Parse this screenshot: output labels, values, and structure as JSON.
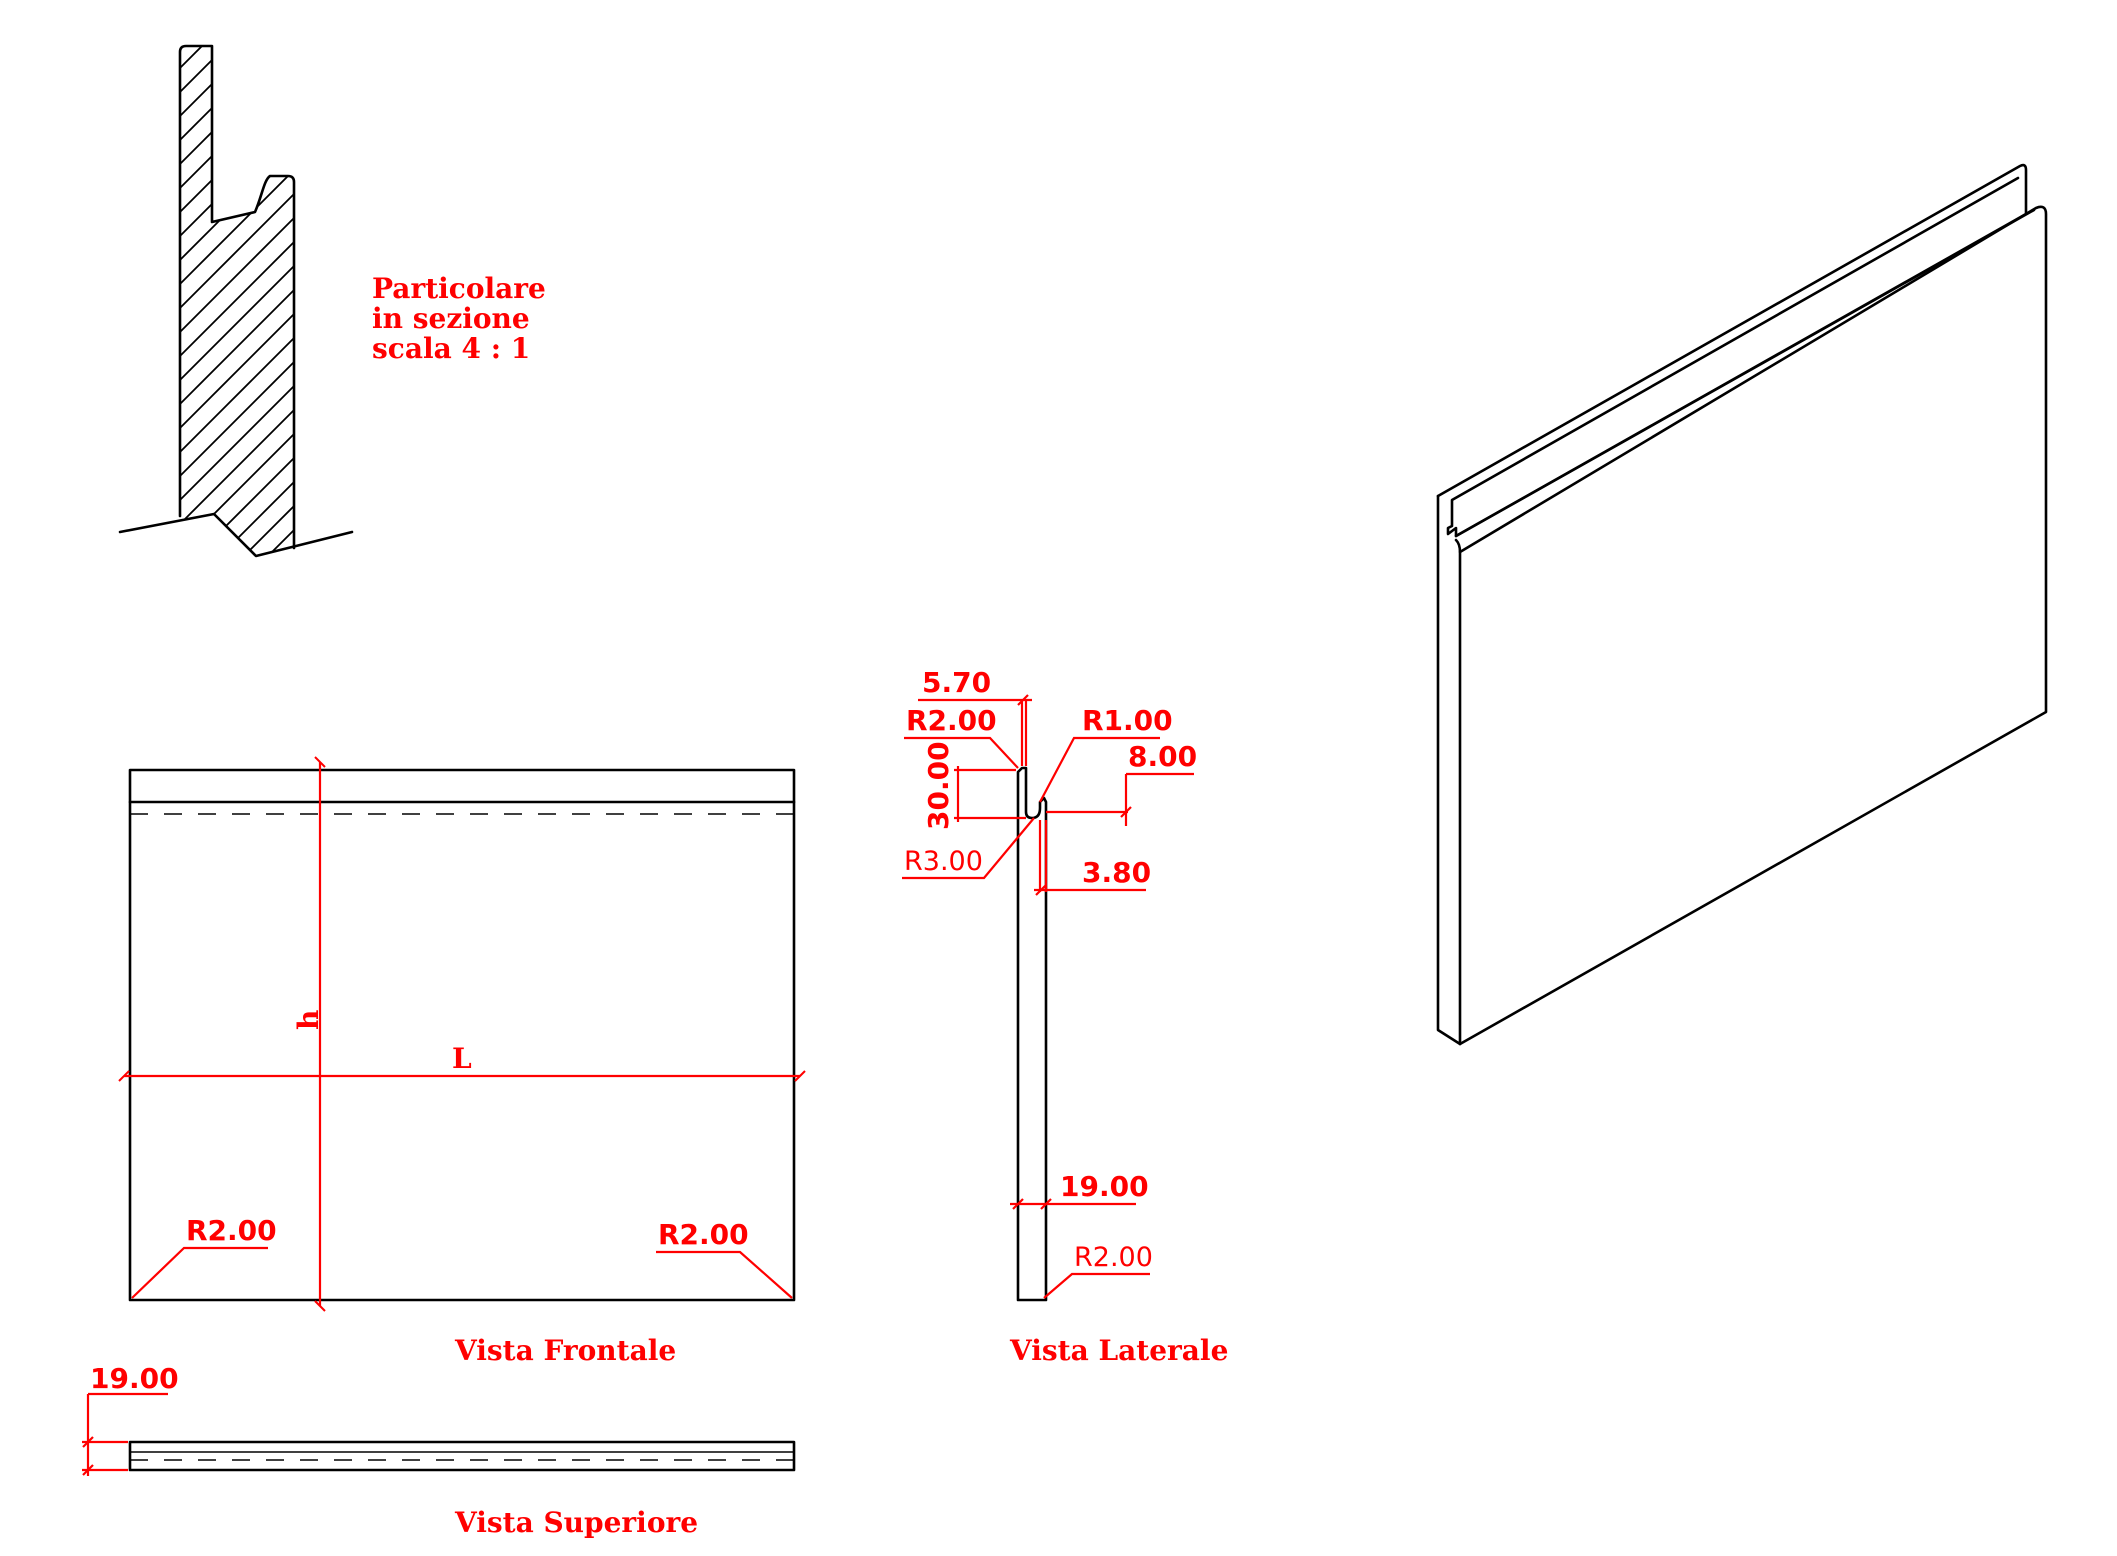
{
  "colors": {
    "outline": "#000000",
    "dimension": "#ff0000",
    "background": "#ffffff"
  },
  "detail": {
    "caption_line1": "Particolare",
    "caption_line2": "in  sezione",
    "caption_line3": "scala  4  :  1"
  },
  "front_view": {
    "label": "Vista  Frontale",
    "dim_height": "h",
    "dim_length": "L",
    "radius_left": "R2.00",
    "radius_right": "R2.00"
  },
  "side_view": {
    "label": "Vista  Laterale",
    "dim_top_offset": "5.70",
    "dim_top_radius": "R2.00",
    "dim_inner_radius": "R1.00",
    "dim_groove_depth": "8.00",
    "dim_groove_height": "30.00",
    "dim_groove_radius": "R3.00",
    "dim_lip_thickness": "3.80",
    "dim_thickness": "19.00",
    "dim_bottom_radius": "R2.00"
  },
  "top_view": {
    "label": "Vista  Superiore",
    "dim_thickness": "19.00"
  }
}
